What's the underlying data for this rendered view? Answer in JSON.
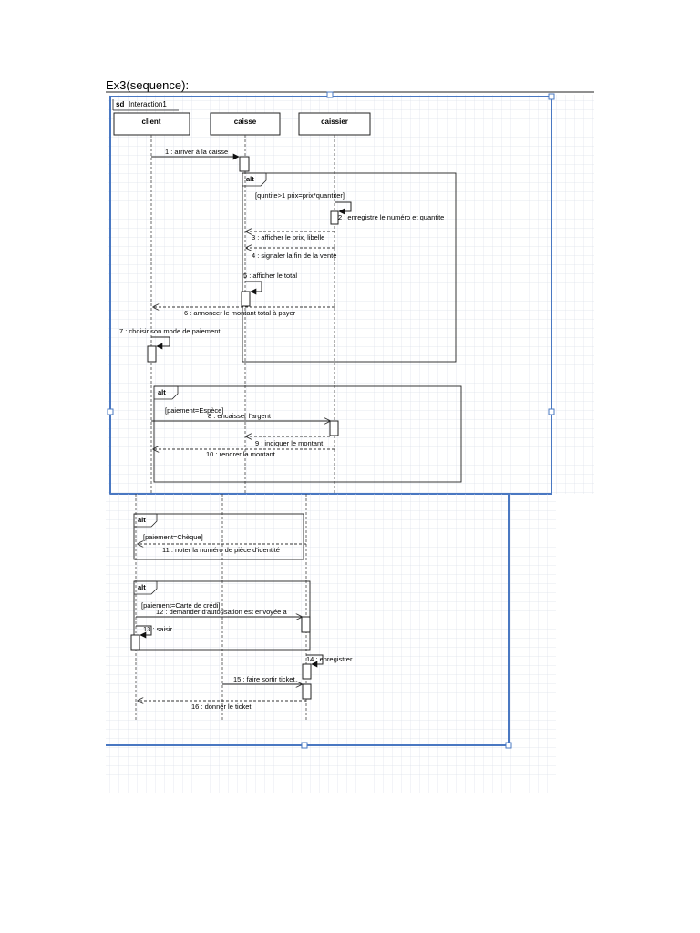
{
  "heading": "Ex3(sequence):",
  "frame": {
    "keyword": "sd",
    "name": "Interaction1"
  },
  "lifelines": [
    {
      "id": "client",
      "label": "client"
    },
    {
      "id": "caisse",
      "label": "caisse"
    },
    {
      "id": "caissier",
      "label": "caissier"
    }
  ],
  "fragments": [
    {
      "operator": "alt",
      "guard": "[quntite>1     prix=prix*quantiter]"
    },
    {
      "operator": "alt",
      "guard": "[paiement=Espèce]"
    },
    {
      "operator": "alt",
      "guard": "[paiement=Chèque]"
    },
    {
      "operator": "alt",
      "guard": "[paiement=Carte de crédi]"
    }
  ],
  "messages": [
    {
      "label": "1 : arriver à la caisse"
    },
    {
      "label": "2 : enregistre le numéro et quantite"
    },
    {
      "label": "3 : afficher le prix, libelle"
    },
    {
      "label": "4 : signaler la fin de la vente"
    },
    {
      "label": "5 : afficher le total"
    },
    {
      "label": "6 : annoncer le montant total à payer"
    },
    {
      "label": "7 : choisir son mode de paiement"
    },
    {
      "label": "8 : encaisser l'argent"
    },
    {
      "label": "9 : indiquer le montant"
    },
    {
      "label": "10 : rendrer la montant"
    },
    {
      "label": "11 : noter la numéro de pièce d'identité"
    },
    {
      "label": "12 : demander d'autorisation est envoyée a"
    },
    {
      "label": "13 : saisir"
    },
    {
      "label": "14 : enregistrer"
    },
    {
      "label": "15 : faire sortir ticket"
    },
    {
      "label": "16 : donner le ticket"
    }
  ],
  "colors": {
    "grid": "#d9dde6",
    "selection": "#4a78c2",
    "line": "#333333"
  }
}
